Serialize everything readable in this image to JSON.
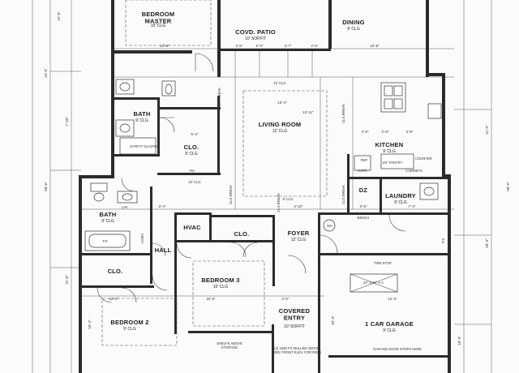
{
  "rooms": {
    "bedroom_master": {
      "name": "BEDROOM\nMASTER",
      "ceiling": "10' CLG"
    },
    "covd_patio": {
      "name": "COVD. PATIO",
      "ceiling": "10' SOFFIT"
    },
    "dining": {
      "name": "DINING",
      "ceiling": "9' CLG"
    },
    "bath_master": {
      "name": "BATH",
      "ceiling": "9' CLG"
    },
    "living_room": {
      "name": "LIVING ROOM",
      "ceiling": "12' CLG"
    },
    "closet_master": {
      "name": "CLO.",
      "ceiling": "9' CLG"
    },
    "kitchen": {
      "name": "KITCHEN",
      "ceiling": "9' CLG"
    },
    "dz": {
      "name": "DZ"
    },
    "laundry": {
      "name": "LAUNDRY",
      "ceiling": "9' CLG"
    },
    "bath_2": {
      "name": "BATH",
      "ceiling": "9' CLG"
    },
    "hvac": {
      "name": "HVAC"
    },
    "clo_hall": {
      "name": "CLO."
    },
    "foyer": {
      "name": "FOYER",
      "ceiling": "12' CLG"
    },
    "hall": {
      "name": "HALL"
    },
    "clo_bed2": {
      "name": "CLO."
    },
    "bedroom_3": {
      "name": "BEDROOM 3",
      "ceiling": "10' CLG"
    },
    "bedroom_2": {
      "name": "BEDROOM 2",
      "ceiling": "9' CLG"
    },
    "covered_entry": {
      "name": "COVERED\nENTRY",
      "ceiling": "10' SOFFIT"
    },
    "garage": {
      "name": "1 CAR GARAGE",
      "ceiling": "9' CLG"
    }
  },
  "notes": {
    "clg_break_1": "CLG BREAK",
    "clg_break_2": "CLG BREAK",
    "clg_break_3": "CLG BREAK",
    "clg_break_4": "CLG BREAK",
    "clg_break_5": "CLG BREAK",
    "safety_glazing": "SAFETY GLAZING",
    "ceiling_10": "10' CLG",
    "ceiling_9": "9' CLG",
    "ceiling_10b": "10' CLG",
    "pantry": "3/4\" PANTRY",
    "counter": "COUNTER",
    "cabinets": "CABINETS",
    "bench": "BENCH",
    "tire_stop": "TIRE STOP",
    "attic_access": "24\" X 42\" A.A.",
    "garage_door_stops": "GARAGE DOOR STOPS HERE",
    "mulled_window": "(2) 1630 FX MULLED ABOVE\n(SEE FRONT ELEV. FOR REF.)",
    "shelf_storage": "SHELFS ABOVE\nSTORAGE",
    "ts": "T/S",
    "wh": "WH",
    "lav": "LAV",
    "linen": "LINEN",
    "ps": "P.S.",
    "rs": "RS",
    "caps": "CAPS",
    "ref": "REF"
  },
  "dimensions": {
    "left_overall": "58'-6\"",
    "right_overall": "58'-6\"",
    "top_left": "12'-8\"",
    "master_width": "12'-8\"",
    "patio_a": "2'-6\"",
    "patio_b": "5'-3\"",
    "patio_c": "3'-7\"",
    "patio_d": "2'-5\"",
    "dining_w": "10'-8\"",
    "living_w": "13'-4\"",
    "living_h": "13'-11\"",
    "kitchen_a": "3'-8\"",
    "kitchen_b": "2'-8\"",
    "kitchen_c": "3'-8\"",
    "laundry_a": "3'-6\"",
    "laundry_b": "7'-4\"",
    "bed3_w": "10'-5\"",
    "bed2_w": "12'-4\"",
    "garage_w": "12'-4\"",
    "foyer_a": "4'-10\"",
    "foyer_b": "2'-5\"",
    "left_a": "24'-5\"",
    "left_b": "7'-10\"",
    "left_c": "21'-6\"",
    "right_a": "11'-5\"",
    "right_b": "28'-3\"",
    "right_c": "18'-9\"",
    "bed2_h": "10'-4\"",
    "garage_h": "33'-3\"",
    "hall_a": "3'-4\"",
    "hall_b": "5'-4\""
  },
  "colors": {
    "wall": "#2b2b2b",
    "line": "#444444",
    "paper": "#fbfbfb"
  }
}
